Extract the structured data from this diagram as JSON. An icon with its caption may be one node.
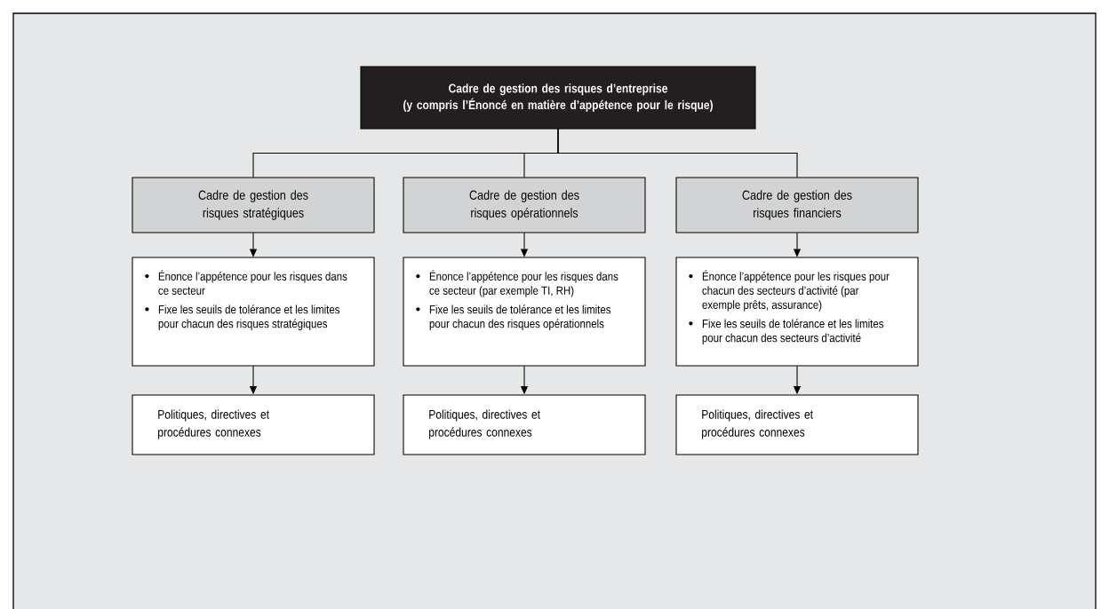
{
  "diagram": {
    "nodes": [
      {
        "text": [
          "Cadre de gestion des risques d’entreprise",
          "(y compris l’Énoncé en matière d’appétence pour le risque)"
        ]
      },
      {
        "text": [
          "Cadre de gestion des risques stratégiques"
        ]
      },
      {
        "text": [
          "Cadre de gestion des risques opérationnels"
        ]
      },
      {
        "text": [
          "Cadre de gestion des risques financiers"
        ]
      },
      {
        "text": [
          "Énonce l’appétence pour les risques dans ce secteur",
          "Fixe les seuils de tolérance et les limites pour chacun des risques stratégiques"
        ]
      },
      {
        "text": [
          "Énonce l’appétence pour les risques dans ce secteur (par exemple TI, RH)",
          "Fixe les seuils de tolérance et les limites pour chacun des risques opérationnels"
        ]
      },
      {
        "text": [
          "Énonce l’appétence pour les risques pour chacun des secteurs d’activité (par exemple prêts, assurance)",
          "Fixe les seuils de tolérance et les limites pour chacun des secteurs d’activité"
        ]
      },
      {
        "text": [
          "Politiques, directives et procédures connexes"
        ]
      },
      {
        "text": [
          "Politiques, directives et procédures connexes"
        ]
      },
      {
        "text": [
          "Politiques, directives et procédures connexes"
        ]
      }
    ],
    "edges": [
      {
        "from": 0,
        "to": 1,
        "arrow": "none"
      },
      {
        "from": 0,
        "to": 2,
        "arrow": "none"
      },
      {
        "from": 0,
        "to": 3,
        "arrow": "none"
      },
      {
        "from": 1,
        "to": 4,
        "arrow": "to"
      },
      {
        "from": 2,
        "to": 5,
        "arrow": "to"
      },
      {
        "from": 3,
        "to": 6,
        "arrow": "to"
      },
      {
        "from": 4,
        "to": 7,
        "arrow": "to"
      },
      {
        "from": 5,
        "to": 8,
        "arrow": "to"
      },
      {
        "from": 6,
        "to": 9,
        "arrow": "to"
      }
    ]
  }
}
